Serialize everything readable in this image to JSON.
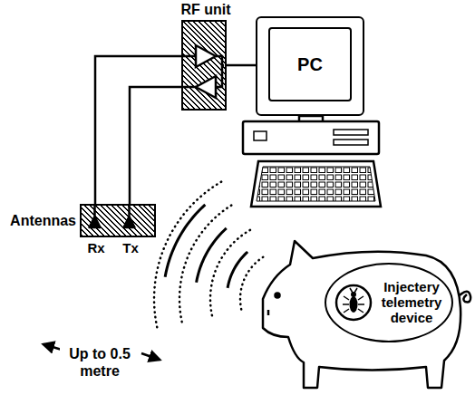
{
  "diagram": {
    "nodes": [
      {
        "text": [
          "RF unit"
        ]
      },
      {
        "text": [
          "PC"
        ]
      },
      {
        "text": [
          "Antennas"
        ]
      },
      {
        "text": [
          "Injectery telemetry device"
        ]
      }
    ],
    "edges": [
      {
        "from": 0,
        "to": 1,
        "arrow": "none"
      },
      {
        "from": 0,
        "to": 2,
        "arrow": "none"
      },
      {
        "from": 0,
        "to": 2,
        "arrow": "none"
      }
    ],
    "labels": [
      "Rx",
      "Tx",
      "Up to 0.5 metre"
    ]
  }
}
